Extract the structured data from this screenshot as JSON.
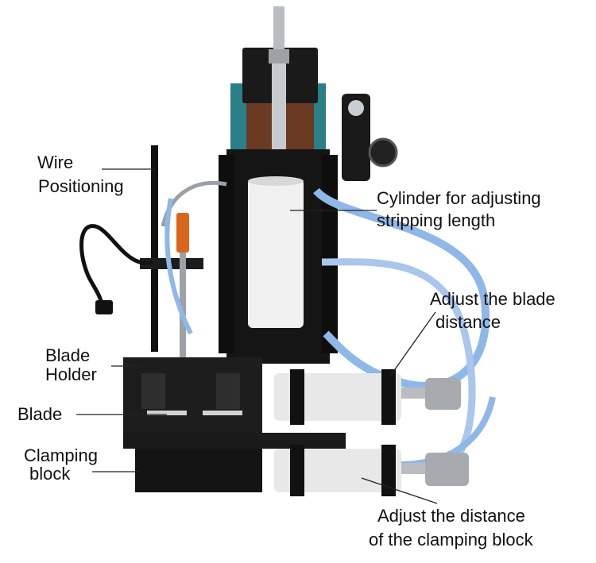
{
  "labels": {
    "wire_positioning": [
      "Wire",
      "Positioning"
    ],
    "cylinder": [
      "Cylinder for adjusting",
      "stripping length"
    ],
    "adjust_blade": [
      "Adjust the blade",
      "distance"
    ],
    "blade_holder": [
      "Blade",
      "Holder"
    ],
    "blade": "Blade",
    "clamping_block": [
      "Clamping",
      "block"
    ],
    "adjust_clamping": [
      "Adjust the distance",
      "of the clamping block"
    ]
  },
  "colors": {
    "background": "#ffffff",
    "machine_body": "#151515",
    "back_plate": "#2b7f86",
    "wood_panel": "#6b3a22",
    "cylinder_white": "#f1f1f1",
    "blue_tubing": "#8fb7e8",
    "steel": "#b9bcc0",
    "orange_fitting": "#d9651f",
    "label_text": "#111111"
  }
}
